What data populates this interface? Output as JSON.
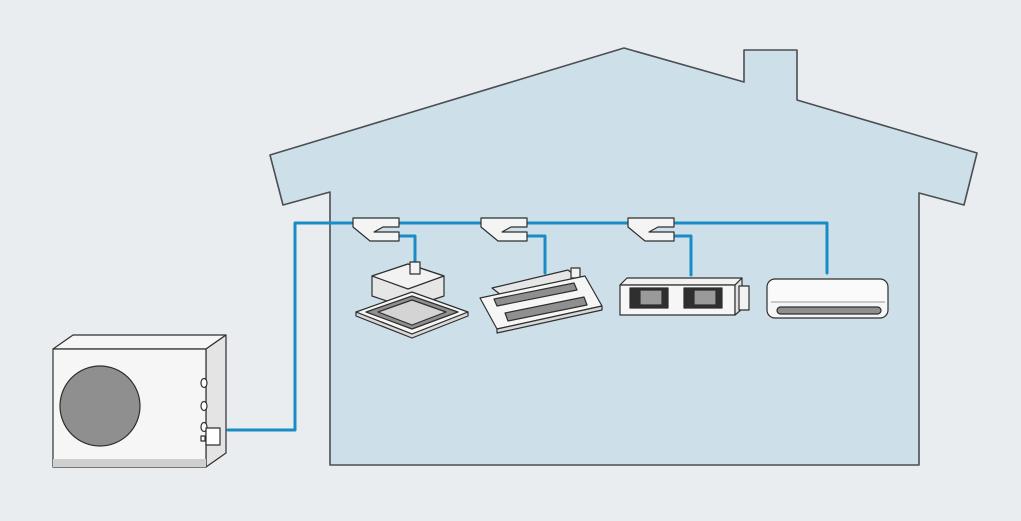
{
  "diagram": {
    "components": [
      {
        "name": "outdoor-unit",
        "kind": "outdoor condensing unit"
      },
      {
        "name": "cassette-4way",
        "kind": "4-way ceiling cassette"
      },
      {
        "name": "cassette-1way",
        "kind": "1-way ceiling cassette"
      },
      {
        "name": "ducted-unit",
        "kind": "concealed ducted unit"
      },
      {
        "name": "wall-split",
        "kind": "wall-mounted split unit"
      }
    ],
    "branch_joints": 3,
    "colors": {
      "background": "#e9edf0",
      "house_fill": "#cde0ea",
      "house_stroke": "#4b4f53",
      "refrigerant_pipe": "#1a8cc4",
      "unit_fill": "#f4f4f4",
      "unit_shadow": "#d2d2d2",
      "fan_grey": "#8f8f8f",
      "outline": "#2f2f2f"
    }
  }
}
